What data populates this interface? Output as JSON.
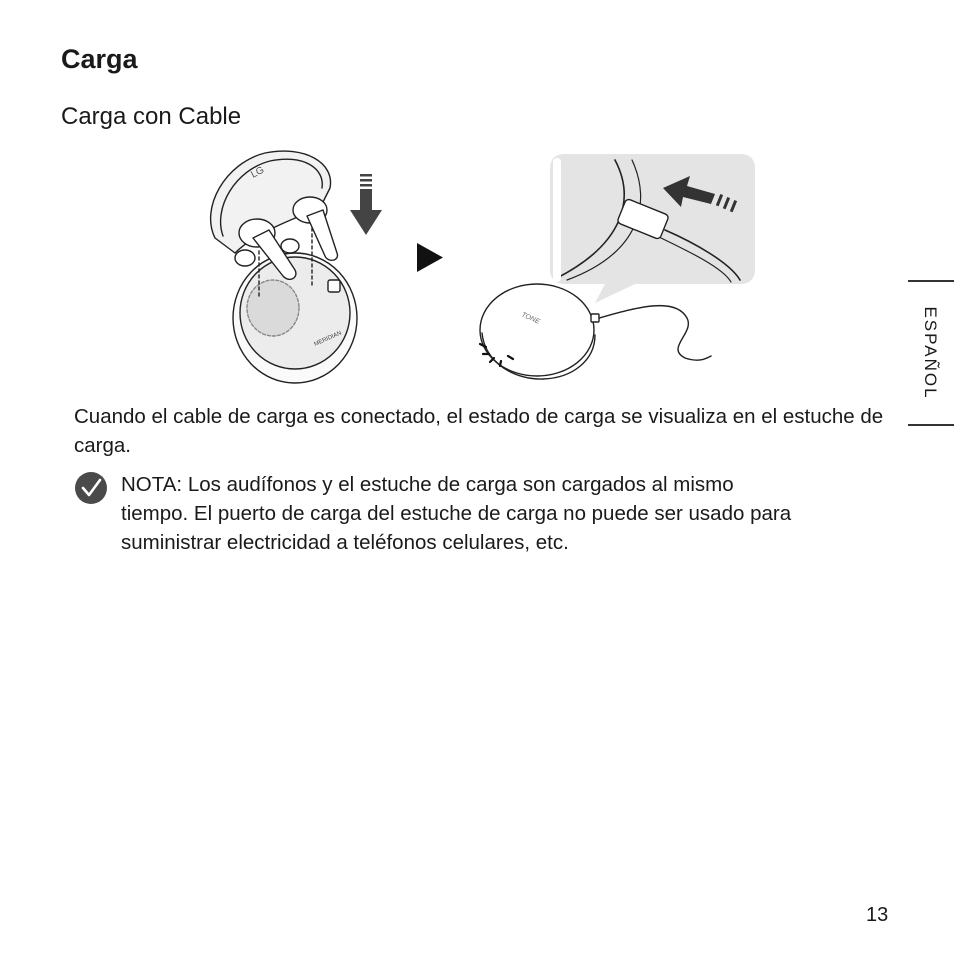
{
  "page": {
    "title": "Carga",
    "subtitle": "Carga con Cable",
    "body": "Cuando el cable de carga es conectado, el estado de carga se visualiza en el estuche de carga.",
    "note": {
      "icon": "checkmark-circle-icon",
      "label": "NOTA:",
      "text_line1": " Los audífonos y el estuche de carga son cargados al mismo",
      "text_rest": "tiempo. El puerto de carga del estuche de carga no puede ser usado para suministrar electricidad a teléfonos celulares, etc."
    },
    "side_tab": "ESPAÑOL",
    "page_number": "13"
  },
  "illustration": {
    "case_lid_logo": "LG",
    "case_body_text": "MERIDIAN",
    "case_model_text": "TONE",
    "icons": [
      "earbuds-case-open-icon",
      "down-arrow-icon",
      "play-arrow-icon",
      "cable-insert-arrow-icon",
      "charging-case-icon"
    ]
  }
}
